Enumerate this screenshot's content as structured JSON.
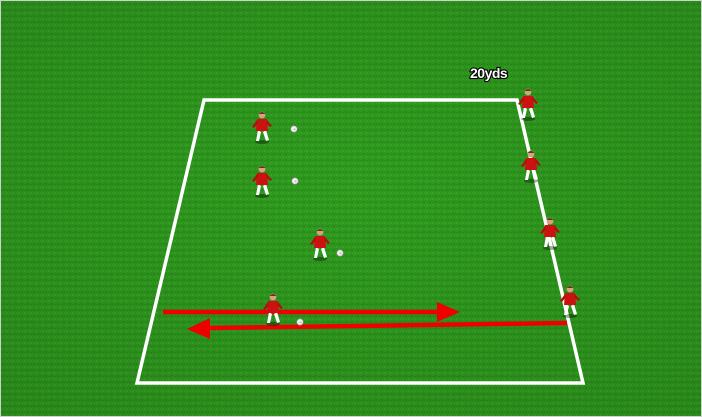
{
  "diagram": {
    "dimension_label": "20yds",
    "colors": {
      "grass": "#2f9a1e",
      "grass_dark": "#248413",
      "lines": "#ffffff",
      "arrows": "#ee0000",
      "player_kit": "#cc1111",
      "ball": "#f2f2f2"
    },
    "players_count": 8,
    "balls_count": 4,
    "arrows": [
      {
        "name": "dribble-out-arrow",
        "direction": "right"
      },
      {
        "name": "return-arrow",
        "direction": "left"
      }
    ]
  }
}
